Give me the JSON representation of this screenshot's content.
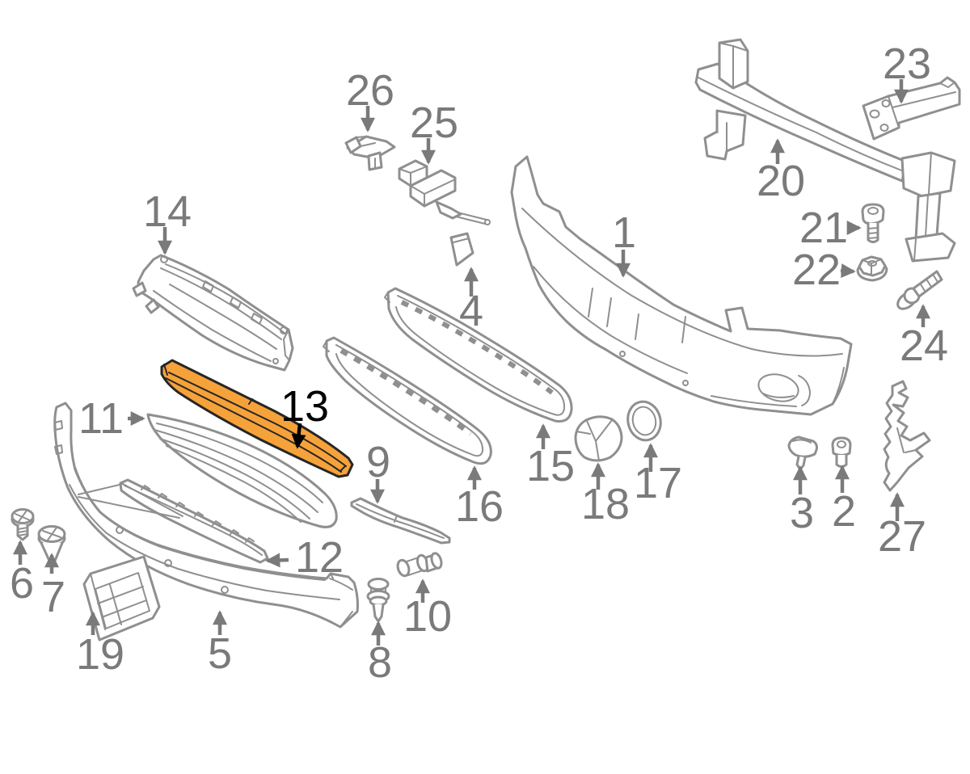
{
  "diagram": {
    "type": "exploded-parts-diagram",
    "subject": "front-bumper-assembly",
    "background_color": "#ffffff",
    "line_color": "#8f8f8f",
    "callout_color": "#7a7a7a",
    "highlighted_part": "13",
    "highlight_fill_color": "#f6a23a",
    "highlight_outline_color": "#262626",
    "highlight_label_color": "#000000",
    "callouts": {
      "c1": {
        "label": "1"
      },
      "c2": {
        "label": "2"
      },
      "c3": {
        "label": "3"
      },
      "c4": {
        "label": "4"
      },
      "c5": {
        "label": "5"
      },
      "c6": {
        "label": "6"
      },
      "c7": {
        "label": "7"
      },
      "c8": {
        "label": "8"
      },
      "c9": {
        "label": "9"
      },
      "c10": {
        "label": "10"
      },
      "c11": {
        "label": "11"
      },
      "c12": {
        "label": "12"
      },
      "c13": {
        "label": "13"
      },
      "c14": {
        "label": "14"
      },
      "c15": {
        "label": "15"
      },
      "c16": {
        "label": "16"
      },
      "c17": {
        "label": "17"
      },
      "c18": {
        "label": "18"
      },
      "c19": {
        "label": "19"
      },
      "c20": {
        "label": "20"
      },
      "c21": {
        "label": "21"
      },
      "c22": {
        "label": "22"
      },
      "c23": {
        "label": "23"
      },
      "c24": {
        "label": "24"
      },
      "c25": {
        "label": "25"
      },
      "c26": {
        "label": "26"
      },
      "c27": {
        "label": "27"
      }
    }
  }
}
